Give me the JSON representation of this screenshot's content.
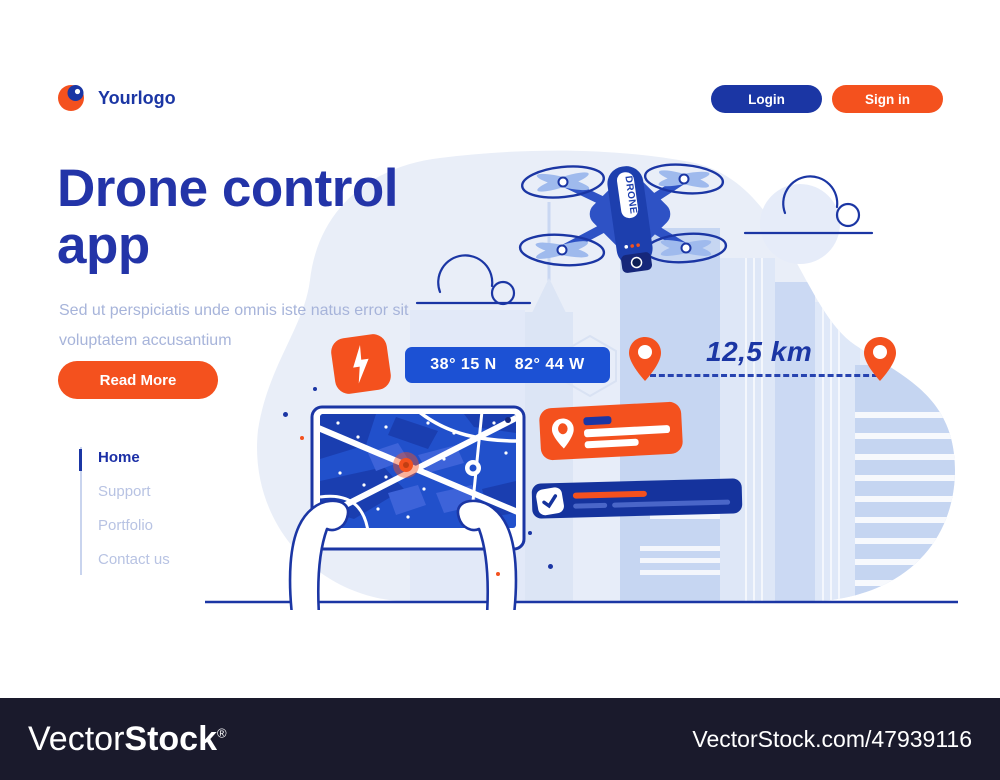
{
  "header": {
    "logo_text": "Yourlogo",
    "login_label": "Login",
    "signin_label": "Sign in"
  },
  "hero": {
    "title_line1": "Drone control",
    "title_line2": "app",
    "subtitle_line1": "Sed ut perspiciatis unde omnis iste natus error sit",
    "subtitle_line2": "voluptatem accusantium",
    "cta_label": "Read More"
  },
  "nav": {
    "items": [
      {
        "label": "Home",
        "active": true
      },
      {
        "label": "Support",
        "active": false
      },
      {
        "label": "Portfolio",
        "active": false
      },
      {
        "label": "Contact us",
        "active": false
      }
    ]
  },
  "illustration": {
    "coord_lat": "38° 15 N",
    "coord_lon": "82° 44 W",
    "distance_label": "12,5 km",
    "drone_label": "DRONE"
  },
  "watermark": {
    "brand_regular": "Vector",
    "brand_bold": "Stock",
    "registered": "®",
    "url_text": "VectorStock.com/47939116"
  },
  "colors": {
    "accent_orange": "#F4511E",
    "primary_blue": "#1B36A4",
    "bright_blue": "#1C51D4",
    "heading_blue": "#2334A8",
    "muted_text": "#A7B4DA",
    "blob_bg": "#E9EEF8",
    "watermark_bg": "#1A1A2C"
  }
}
